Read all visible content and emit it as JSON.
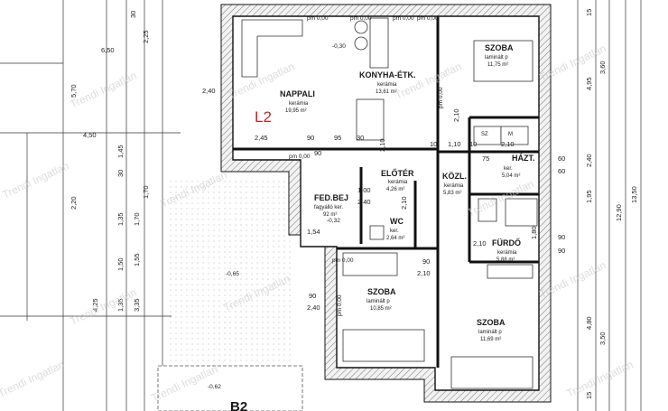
{
  "rooms": {
    "nappali": {
      "name": "NAPPALI",
      "material": "kerámia",
      "area": "19,95 m²"
    },
    "konyha": {
      "name": "KONYHA-ÉTK.",
      "material": "kerámia",
      "area": "13,61 m²"
    },
    "szoba1": {
      "name": "SZOBA",
      "material": "laminált p",
      "area": "11,75 m²"
    },
    "elotér": {
      "name": "ELŐTÉR",
      "material": "kerámia",
      "area": "4,26 m²"
    },
    "kozl": {
      "name": "KÖZL.",
      "material": "kerámia",
      "area": "5,83 m²"
    },
    "hazt": {
      "name": "HÁZT.",
      "material": "ker.",
      "area": "5,04 m²"
    },
    "fedbej": {
      "name": "FED.BEJ",
      "material": "fagyálló ker.",
      "area": "92 m²"
    },
    "wc": {
      "name": "WC",
      "material": "ker.",
      "area": "2,64 m²"
    },
    "furdo": {
      "name": "FÜRDŐ",
      "material": "kerámia",
      "area": "5,88 m²"
    },
    "szoba2": {
      "name": "SZOBA",
      "material": "laminált p",
      "area": "10,85 m²"
    },
    "szoba3": {
      "name": "SZOBA",
      "material": "laminált p",
      "area": "11,69 m²"
    }
  },
  "unit_label": "L2",
  "unit_label_b": "B2",
  "levels": {
    "l1": "pm 0,00",
    "l2": "pm 0,00",
    "l3": "pm 0,00",
    "l4": "pm 0,00",
    "l5": "-0,30",
    "l6": "-0,32",
    "l7": "-0,65",
    "l8": "-0,62",
    "l9": "pm 0,00",
    "l10": "pm 0,00",
    "l11": "pm 0,00",
    "l12": "pm 0,00"
  },
  "watermark": "Trendi Ingatlan",
  "dims_left_outer": [
    "6,50",
    "5,70",
    "4,50",
    "2,20",
    "4,25"
  ],
  "dims_left_inner": [
    "2,25",
    "30",
    "1,70",
    "1,35",
    "30",
    "1,45",
    "1,50",
    "1,35",
    "3,35",
    "1,55",
    "1,70"
  ],
  "dims_right": [
    "15",
    "3,60",
    "4,95",
    "2,40",
    "1,95",
    "13,50",
    "12,90",
    "4,80",
    "3,50",
    "15"
  ],
  "dims_inner": [
    "2,40",
    "2,45",
    "90",
    "95",
    "30",
    "2,10",
    "90",
    "1,00",
    "2,40",
    "1,54",
    "90",
    "2,40",
    "2,10",
    "2,10",
    "75",
    "60",
    "60",
    "90",
    "90",
    "2,10",
    "10",
    "1,10",
    "10",
    "2,10",
    "90",
    "1,80",
    "2,10"
  ],
  "labels_misc": {
    "sz": "SZ",
    "m": "M"
  }
}
